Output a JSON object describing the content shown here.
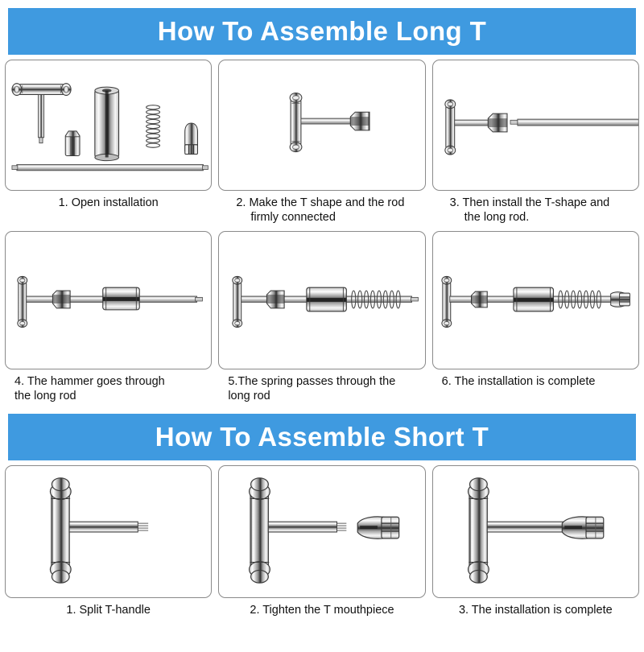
{
  "colors": {
    "header_blue": "#3f9ae0",
    "panel_border": "#8a8a8a",
    "text": "#101010",
    "metal_light": "#f2f2f2",
    "metal_mid": "#b8b8b8",
    "metal_dark": "#3a3a3a",
    "background": "#ffffff"
  },
  "sections": [
    {
      "id": "long-t",
      "title": "How To Assemble Long T",
      "steps": [
        {
          "number": "1.",
          "caption": "1.  Open installation",
          "caption_align": "center",
          "parts": [
            "t-handle",
            "adapter-nut",
            "slide-hammer-weight",
            "spring",
            "collet-tip",
            "long-rod"
          ]
        },
        {
          "number": "2.",
          "caption_line1": "2. Make the T shape and the rod",
          "caption_line2": "firmly connected",
          "caption_align": "left-indent",
          "parts": [
            "t-handle-vertical",
            "short-rod",
            "adapter-nut"
          ]
        },
        {
          "number": "3.",
          "caption_line1": "3. Then install the T-shape and",
          "caption_line2": "the long rod.",
          "caption_align": "left-indent",
          "parts": [
            "t-handle-vertical",
            "short-rod",
            "adapter-nut",
            "long-rod"
          ]
        },
        {
          "number": "4.",
          "caption_line1": "4. The hammer goes through",
          "caption_line2": "the long rod",
          "caption_align": "left",
          "parts": [
            "t-handle-vertical",
            "adapter-nut",
            "slide-hammer-weight",
            "long-rod"
          ]
        },
        {
          "number": "5.",
          "caption_line1": "5.The spring passes through the",
          "caption_line2": "long rod",
          "caption_align": "left",
          "parts": [
            "t-handle-vertical",
            "adapter-nut",
            "slide-hammer-weight",
            "spring",
            "long-rod"
          ]
        },
        {
          "number": "6.",
          "caption_line1": "6. The installation is complete",
          "caption_line2": "",
          "caption_align": "left",
          "parts": [
            "t-handle-vertical",
            "adapter-nut",
            "slide-hammer-weight",
            "spring",
            "collet-tip",
            "long-rod"
          ]
        }
      ]
    },
    {
      "id": "short-t",
      "title": "How To Assemble Short T",
      "steps": [
        {
          "number": "1.",
          "caption": "1. Split T-handle",
          "caption_align": "center",
          "parts": [
            "t-handle-big",
            "threaded-rod"
          ]
        },
        {
          "number": "2.",
          "caption": "2. Tighten the T mouthpiece",
          "caption_align": "center",
          "parts": [
            "t-handle-big",
            "threaded-rod",
            "collet-mouthpiece"
          ]
        },
        {
          "number": "3.",
          "caption": "3. The installation is complete",
          "caption_align": "center",
          "parts": [
            "t-handle-big",
            "threaded-rod",
            "collet-mouthpiece-attached"
          ]
        }
      ]
    }
  ]
}
